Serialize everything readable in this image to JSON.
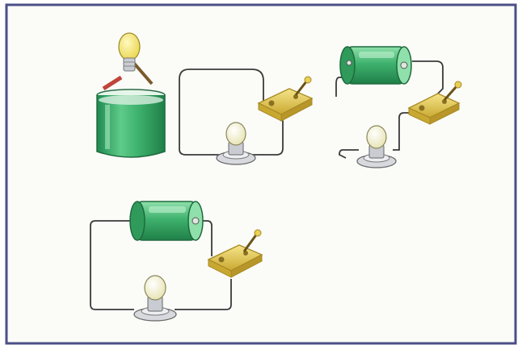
{
  "figure": {
    "colors": {
      "background": "#fbfbf8",
      "frame": "#4a4f86",
      "wire": "#3a3a3a",
      "battery_green": "#3fb26e",
      "battery_dark": "#1f7f47",
      "switch_yellow": "#e9cf57",
      "switch_dark": "#a88a22",
      "bulb_glass": "#f1efc4",
      "bulb_base": "#c9ccd2",
      "lemon": "#f2e56b",
      "water": "#d8efe1"
    },
    "panels": [
      {
        "id": "beaker",
        "icon": "beaker-with-bulb"
      },
      {
        "id": "circuit-no-battery",
        "icon": "switch-and-bulb"
      },
      {
        "id": "circuit-battery-1",
        "icon": "battery-switch-bulb"
      },
      {
        "id": "circuit-battery-2",
        "icon": "battery-switch-bulb"
      }
    ]
  }
}
